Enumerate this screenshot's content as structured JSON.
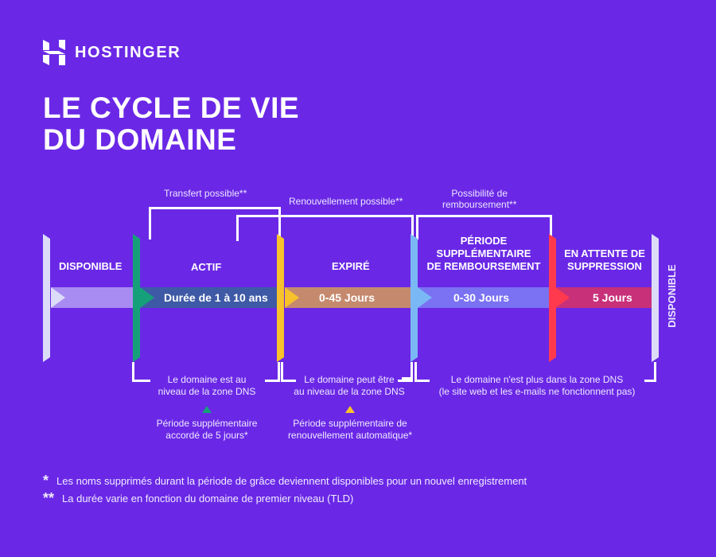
{
  "brand": {
    "name": "HOSTINGER",
    "icon": "hostinger-logo-icon"
  },
  "title": {
    "line1": "LE CYCLE DE VIE",
    "line2": "DU DOMAINE"
  },
  "colors": {
    "background": "#6a28e6",
    "disponible": "#dcdcf8",
    "actif": "#16a07a",
    "expire": "#f7c22b",
    "remboursement": "#7ab8f5",
    "suppression": "#ff3a4e"
  },
  "top_labels": {
    "transfert": "Transfert possible**",
    "renouvellement": "Renouvellement possible**",
    "remboursement_line1": "Possibilité de",
    "remboursement_line2": "remboursement**"
  },
  "stages": [
    {
      "label": "DISPONIBLE",
      "duration": ""
    },
    {
      "label": "ACTIF",
      "duration": "Durée de 1 à 10 ans"
    },
    {
      "label": "EXPIRÉ",
      "duration": "0-45 Jours"
    },
    {
      "label_line1": "PÉRIODE",
      "label_line2": "SUPPLÉMENTAIRE",
      "label_line3": "DE REMBOURSEMENT",
      "duration": "0-30 Jours"
    },
    {
      "label_line1": "EN ATTENTE DE",
      "label_line2": "SUPPRESSION",
      "duration": "5 Jours"
    },
    {
      "label": "DISPONIBLE"
    }
  ],
  "bottom_notes": {
    "actif_line1": "Le domaine est au",
    "actif_line2": "niveau de la zone DNS",
    "actif_grace_line1": "Période supplémentaire",
    "actif_grace_line2": "accordé de 5 jours*",
    "expire_line1": "Le domaine peut être",
    "expire_line2": "au niveau de la zone DNS",
    "expire_grace_line1": "Période supplémentaire de",
    "expire_grace_line2": "renouvellement automatique*",
    "dns_line1": "Le domaine n'est plus dans la zone DNS",
    "dns_line2": "(le site web et les e-mails ne fonctionnent pas)"
  },
  "footnotes": [
    {
      "mark": "*",
      "text": "Les noms supprimés durant la période de grâce deviennent disponibles pour un nouvel enregistrement"
    },
    {
      "mark": "**",
      "text": "La durée varie en fonction du domaine de premier niveau (TLD)"
    }
  ]
}
